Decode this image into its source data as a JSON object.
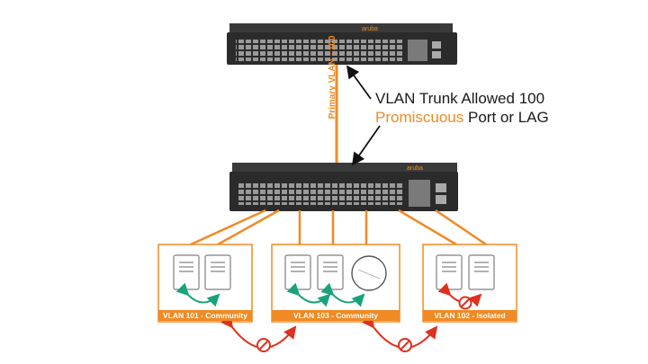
{
  "link": {
    "label": "Primary VLAN - 100"
  },
  "callout": {
    "line1": "VLAN Trunk Allowed 100",
    "line2_accent": "Promiscuous",
    "line2_rest": " Port or LAG"
  },
  "switch_brand": "aruba",
  "vlans": [
    {
      "label": "VLAN 101 - Community",
      "type": "Community",
      "devices": [
        "server",
        "server"
      ],
      "allowed": true
    },
    {
      "label": "VLAN 103 - Community",
      "type": "Community",
      "devices": [
        "server",
        "server",
        "access-point"
      ],
      "allowed": true
    },
    {
      "label": "VLAN 102 - Isolated",
      "type": "Isolated",
      "devices": [
        "server",
        "server"
      ],
      "allowed": false
    }
  ],
  "colors": {
    "accent": "#f08a24",
    "allowed": "#1aa37a",
    "blocked": "#e0301e",
    "switch_body": "#2b2b2b",
    "device_stroke": "#7f7f7f"
  }
}
